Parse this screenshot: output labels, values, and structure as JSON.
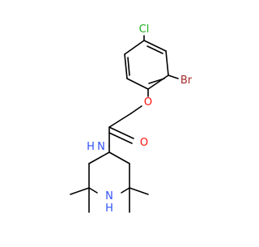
{
  "molecule": {
    "atom_labels": {
      "cl": "Cl",
      "br": "Br",
      "o_ether": "O",
      "o_carbonyl": "O",
      "n_amide": "N",
      "h_amide": "H",
      "n_ring": "N",
      "h_ring": "H"
    },
    "colors": {
      "bond": "#000000",
      "cl": "#1fb01f",
      "br": "#a52a2a",
      "o": "#ff0d0d",
      "n": "#3050f8"
    }
  }
}
